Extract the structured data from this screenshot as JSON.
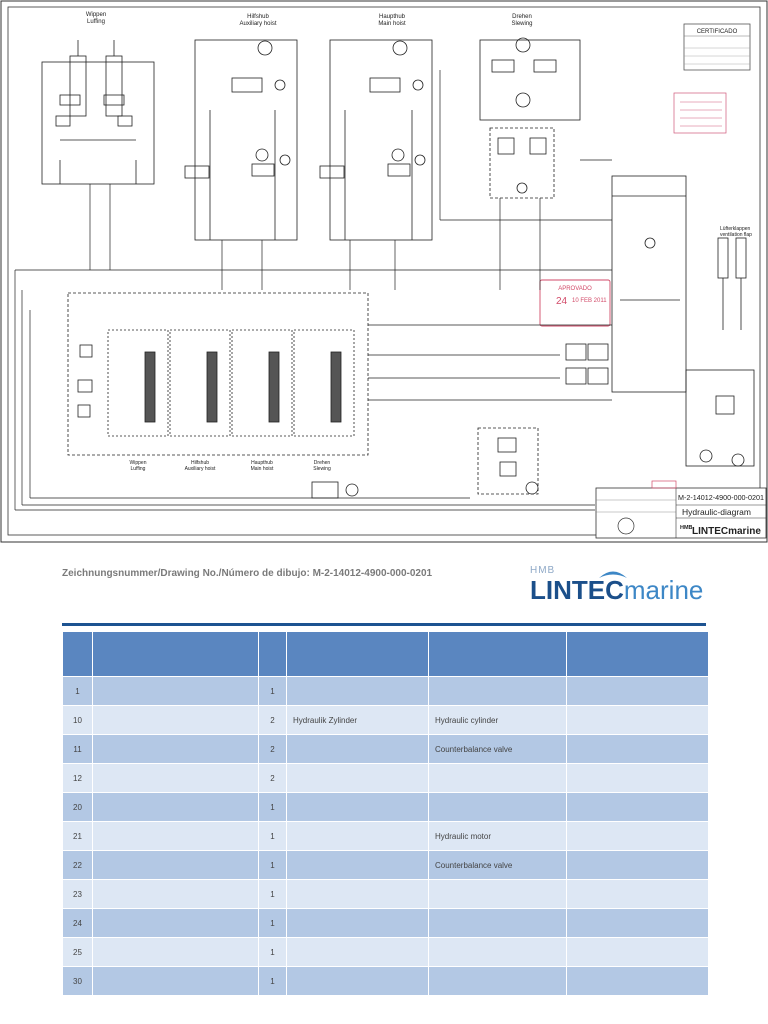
{
  "drawing": {
    "circuit_labels": [
      {
        "line1": "Wippen",
        "line2": "Luffing"
      },
      {
        "line1": "Hilfshub",
        "line2": "Auxiliary hoist"
      },
      {
        "line1": "Haupthub",
        "line2": "Main hoist"
      },
      {
        "line1": "Drehen",
        "line2": "Slewing"
      }
    ],
    "valve_labels": [
      {
        "line1": "Wippen",
        "line2": "Luffing"
      },
      {
        "line1": "Hilfshub",
        "line2": "Auxiliary hoist"
      },
      {
        "line1": "Haupthub",
        "line2": "Main hoist"
      },
      {
        "line1": "Drehen",
        "line2": "Slewing"
      }
    ],
    "fan_label": {
      "line1": "Lüfterklappen",
      "line2": "ventilation flap"
    },
    "certificate_title": "CERTIFICADO",
    "stamp": {
      "line1": "APROVADO",
      "line2": "24",
      "line3": "10 FEB 2011"
    },
    "title_block": {
      "drawing_number": "M-2-14012-4900-000-0201",
      "title": "Hydraulic-diagram",
      "brand_prefix": "HMB",
      "brand": "LINTECmarine"
    }
  },
  "document": {
    "drawing_line": "Zeichnungsnummer/Drawing No./Número de dibujo: M-2-14012-4900-000-0201"
  },
  "logo": {
    "prefix": "HMB",
    "bold": "LINTEC",
    "light": "marine"
  },
  "table": {
    "headers": [
      "",
      "",
      "",
      "",
      "",
      ""
    ],
    "rows": [
      {
        "pos": "1",
        "part": "",
        "qty": "1",
        "de": "",
        "en": "",
        "es": ""
      },
      {
        "pos": "10",
        "part": "",
        "qty": "2",
        "de": "Hydraulik Zylinder",
        "en": "Hydraulic cylinder",
        "es": ""
      },
      {
        "pos": "11",
        "part": "",
        "qty": "2",
        "de": "",
        "en": "Counterbalance valve",
        "es": ""
      },
      {
        "pos": "12",
        "part": "",
        "qty": "2",
        "de": "",
        "en": "",
        "es": ""
      },
      {
        "pos": "20",
        "part": "",
        "qty": "1",
        "de": "",
        "en": "",
        "es": ""
      },
      {
        "pos": "21",
        "part": "",
        "qty": "1",
        "de": "",
        "en": "Hydraulic motor",
        "es": ""
      },
      {
        "pos": "22",
        "part": "",
        "qty": "1",
        "de": "",
        "en": "Counterbalance valve",
        "es": ""
      },
      {
        "pos": "23",
        "part": "",
        "qty": "1",
        "de": "",
        "en": "",
        "es": ""
      },
      {
        "pos": "24",
        "part": "",
        "qty": "1",
        "de": "",
        "en": "",
        "es": ""
      },
      {
        "pos": "25",
        "part": "",
        "qty": "1",
        "de": "",
        "en": "",
        "es": ""
      },
      {
        "pos": "30",
        "part": "",
        "qty": "1",
        "de": "",
        "en": "",
        "es": ""
      }
    ]
  }
}
